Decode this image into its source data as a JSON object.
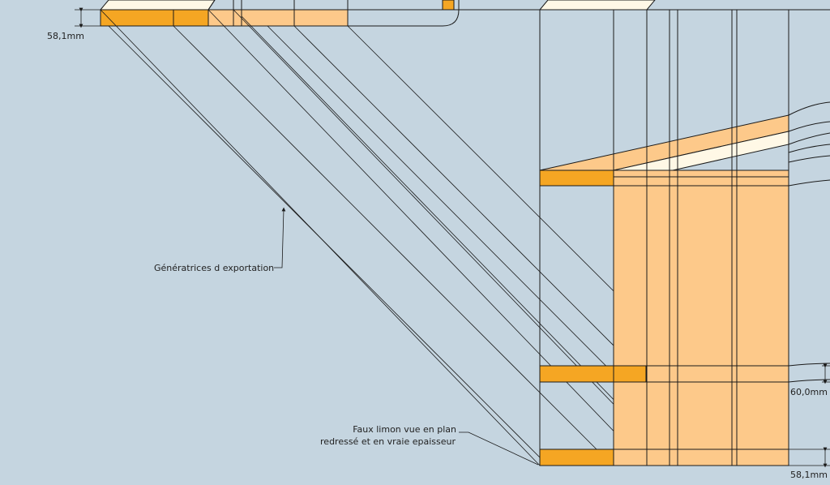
{
  "colors": {
    "background": "#c5d5e0",
    "edge": "#1a1a1a",
    "orange_dark": "#f5a623",
    "orange_light": "#fdc98a",
    "orange_pale": "#ffe3bd",
    "cream": "#fff8e6"
  },
  "annotations": {
    "generatrices": "Génératrices d exportation",
    "faux_limon_line1": "Faux limon vue en plan",
    "faux_limon_line2": "redressé et en vraie epaisseur"
  },
  "dimensions": {
    "top_left": "58,1mm",
    "right_middle": "60,0mm",
    "bottom_right": "58,1mm"
  }
}
